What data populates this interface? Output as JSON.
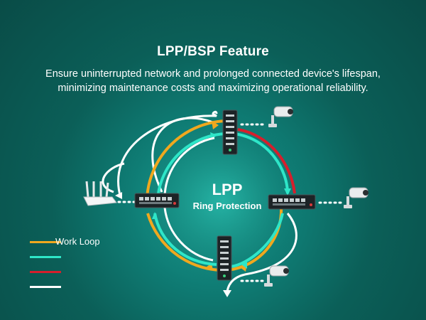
{
  "title": "LPP/BSP Feature",
  "subtitle_line1": "Ensure uninterrupted network and prolonged connected device's lifespan,",
  "subtitle_line2": "minimizing maintenance costs and maximizing operational reliability.",
  "center": {
    "label": "LPP",
    "sublabel": "Ring Protection"
  },
  "legend": [
    {
      "label": "Work Loop",
      "color": "#f0a81e"
    },
    {
      "label": "",
      "color": "#2ee6c8"
    },
    {
      "label": "",
      "color": "#d61f2c"
    },
    {
      "label": "",
      "color": "#ffffff"
    }
  ],
  "colors": {
    "work_loop": "#f0a81e",
    "backup_loop": "#2ee6c8",
    "fault_link": "#d61f2c",
    "data_path": "#ffffff"
  },
  "icons": [
    "router-icon",
    "switch-icon",
    "camera-icon"
  ]
}
